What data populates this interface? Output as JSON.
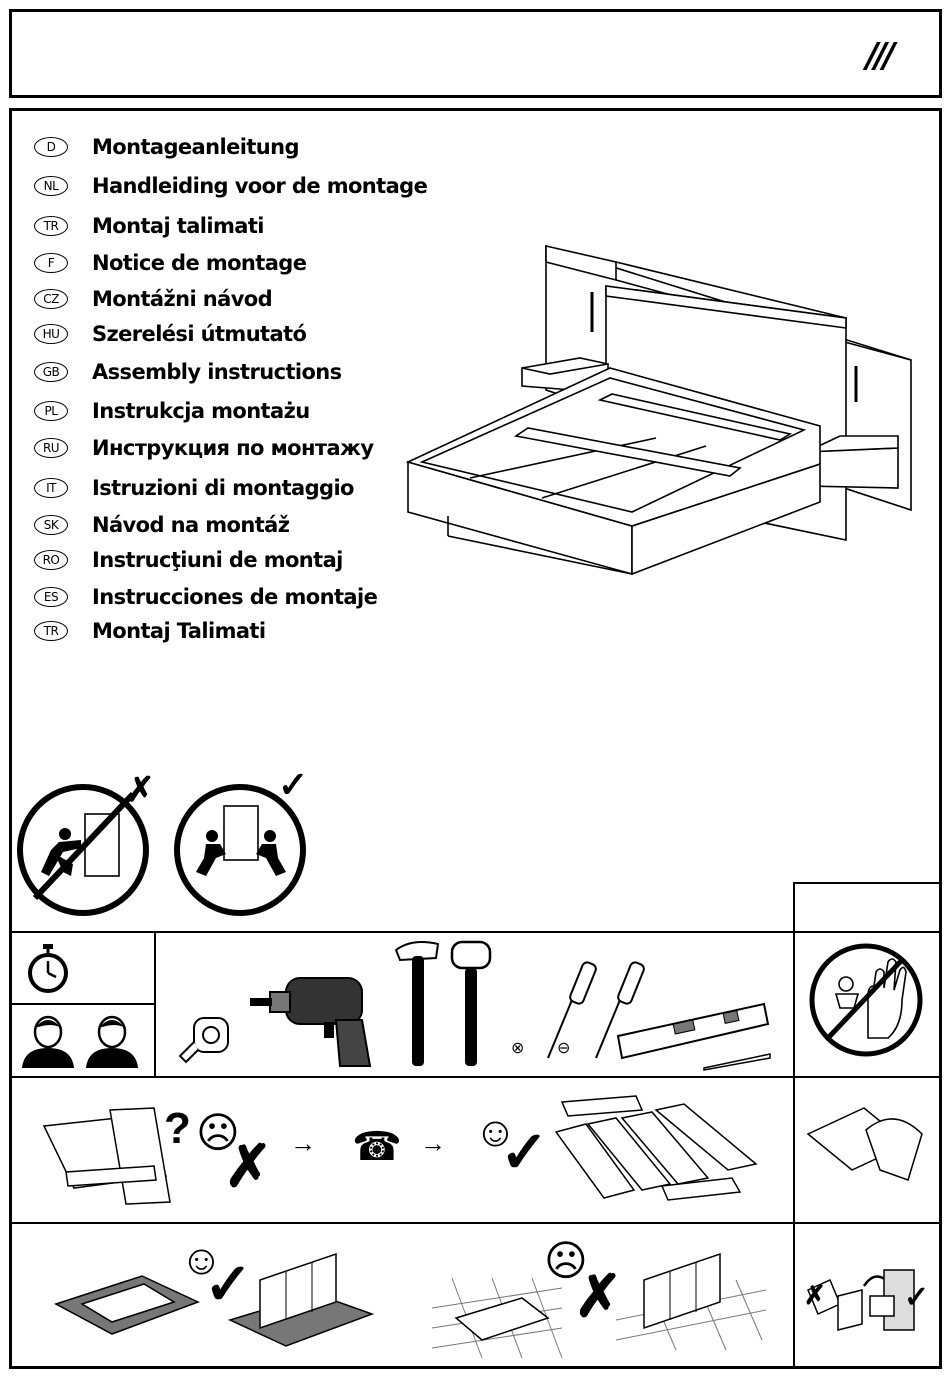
{
  "header": {
    "brand_mark": "///"
  },
  "languages": [
    {
      "code": "D",
      "title": "Montageanleitung"
    },
    {
      "code": "NL",
      "title": "Handleiding voor de montage"
    },
    {
      "code": "TR",
      "title": "Montaj talimati"
    },
    {
      "code": "F",
      "title": "Notice de montage"
    },
    {
      "code": "CZ",
      "title": "Montážni návod"
    },
    {
      "code": "HU",
      "title": "Szerelési útmutató"
    },
    {
      "code": "GB",
      "title": "Assembly instructions"
    },
    {
      "code": "PL",
      "title": "Instrukcja montażu"
    },
    {
      "code": "RU",
      "title": "Инструкция по монтажу"
    },
    {
      "code": "IT",
      "title": "Istruzioni di montaggio"
    },
    {
      "code": "SK",
      "title": "Návod na montáž"
    },
    {
      "code": "RO",
      "title": "Instrucţiuni de montaj"
    },
    {
      "code": "ES",
      "title": "Instrucciones de montaje"
    },
    {
      "code": "TR",
      "title": "Montaj Talimati"
    }
  ],
  "symbols": {
    "question": "?",
    "cross": "✗",
    "check": "✓",
    "arrow": "→",
    "phone": "☎",
    "happy": "☺",
    "sad": "☹",
    "screw_cross": "⊗",
    "screw_flat": "⊖"
  },
  "icons": {
    "stopwatch": "stopwatch-icon",
    "persons": "two-persons-icon",
    "tools": [
      "tape-measure-icon",
      "drill-icon",
      "hammer-icon",
      "mallet-icon",
      "phillips-screwdriver-icon",
      "flat-screwdriver-icon",
      "spirit-level-icon",
      "pencil-icon"
    ],
    "no_children": "no-children-icon"
  }
}
